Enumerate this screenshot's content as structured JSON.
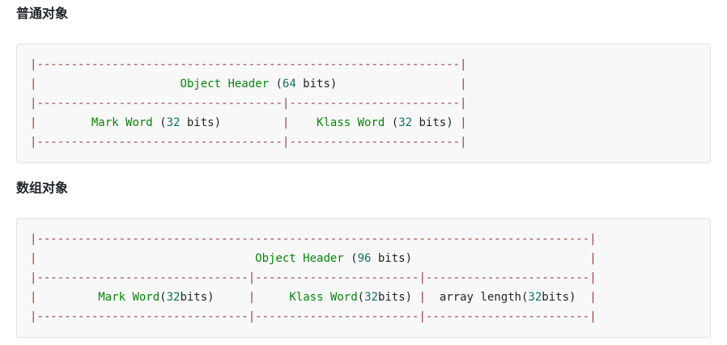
{
  "colors": {
    "comment_red": "#9e3b3f",
    "string_green": "#088608",
    "number_teal": "#0b7568",
    "plain_text": "#1f2328",
    "code_background": "#f8f8f8",
    "code_border": "#e1e1e1",
    "heading_color": "#1f2328",
    "page_background": "#ffffff"
  },
  "sections": [
    {
      "title": "普通对象",
      "code": {
        "lines": [
          [
            [
              "c",
              "|"
            ],
            [
              "c",
              "-",
              62
            ],
            [
              "c",
              "|"
            ]
          ],
          [
            [
              "c",
              "|"
            ],
            [
              "p",
              " ",
              21
            ],
            [
              "s",
              "Object Header"
            ],
            [
              "p",
              " ("
            ],
            [
              "l",
              "64"
            ],
            [
              "p",
              " bits)"
            ],
            [
              "p",
              " ",
              18
            ],
            [
              "c",
              "|"
            ]
          ],
          [
            [
              "c",
              "|"
            ],
            [
              "c",
              "-",
              36
            ],
            [
              "c",
              "|"
            ],
            [
              "c",
              "-",
              25
            ],
            [
              "c",
              "|"
            ]
          ],
          [
            [
              "c",
              "|"
            ],
            [
              "p",
              " ",
              8
            ],
            [
              "s",
              "Mark Word"
            ],
            [
              "p",
              " ("
            ],
            [
              "l",
              "32"
            ],
            [
              "p",
              " bits)"
            ],
            [
              "p",
              " ",
              9
            ],
            [
              "c",
              "|"
            ],
            [
              "p",
              " ",
              4
            ],
            [
              "s",
              "Klass Word"
            ],
            [
              "p",
              " ("
            ],
            [
              "l",
              "32"
            ],
            [
              "p",
              " bits)"
            ],
            [
              "p",
              " "
            ],
            [
              "c",
              "|"
            ]
          ],
          [
            [
              "c",
              "|"
            ],
            [
              "c",
              "-",
              36
            ],
            [
              "c",
              "|"
            ],
            [
              "c",
              "-",
              25
            ],
            [
              "c",
              "|"
            ]
          ]
        ]
      }
    },
    {
      "title": "数组对象",
      "code": {
        "lines": [
          [
            [
              "c",
              "|"
            ],
            [
              "c",
              "-",
              81
            ],
            [
              "c",
              "|"
            ]
          ],
          [
            [
              "c",
              "|"
            ],
            [
              "p",
              " ",
              32
            ],
            [
              "s",
              "Object Header"
            ],
            [
              "p",
              " ("
            ],
            [
              "l",
              "96"
            ],
            [
              "p",
              " bits)"
            ],
            [
              "p",
              " ",
              26
            ],
            [
              "c",
              "|"
            ]
          ],
          [
            [
              "c",
              "|"
            ],
            [
              "c",
              "-",
              31
            ],
            [
              "c",
              "|"
            ],
            [
              "c",
              "-",
              24
            ],
            [
              "c",
              "|"
            ],
            [
              "c",
              "-",
              24
            ],
            [
              "c",
              "|"
            ]
          ],
          [
            [
              "c",
              "|"
            ],
            [
              "p",
              " ",
              9
            ],
            [
              "s",
              "Mark Word"
            ],
            [
              "p",
              "("
            ],
            [
              "l",
              "32"
            ],
            [
              "p",
              "bits)"
            ],
            [
              "p",
              " ",
              5
            ],
            [
              "c",
              "|"
            ],
            [
              "p",
              " ",
              5
            ],
            [
              "s",
              "Klass Word"
            ],
            [
              "p",
              "("
            ],
            [
              "l",
              "32"
            ],
            [
              "p",
              "bits)"
            ],
            [
              "p",
              " "
            ],
            [
              "c",
              "|"
            ],
            [
              "p",
              " ",
              2
            ],
            [
              "p",
              "array length("
            ],
            [
              "l",
              "32"
            ],
            [
              "p",
              "bits)"
            ],
            [
              "p",
              " ",
              2
            ],
            [
              "c",
              "|"
            ]
          ],
          [
            [
              "c",
              "|"
            ],
            [
              "c",
              "-",
              31
            ],
            [
              "c",
              "|"
            ],
            [
              "c",
              "-",
              24
            ],
            [
              "c",
              "|"
            ],
            [
              "c",
              "-",
              24
            ],
            [
              "c",
              "|"
            ]
          ]
        ]
      }
    }
  ]
}
